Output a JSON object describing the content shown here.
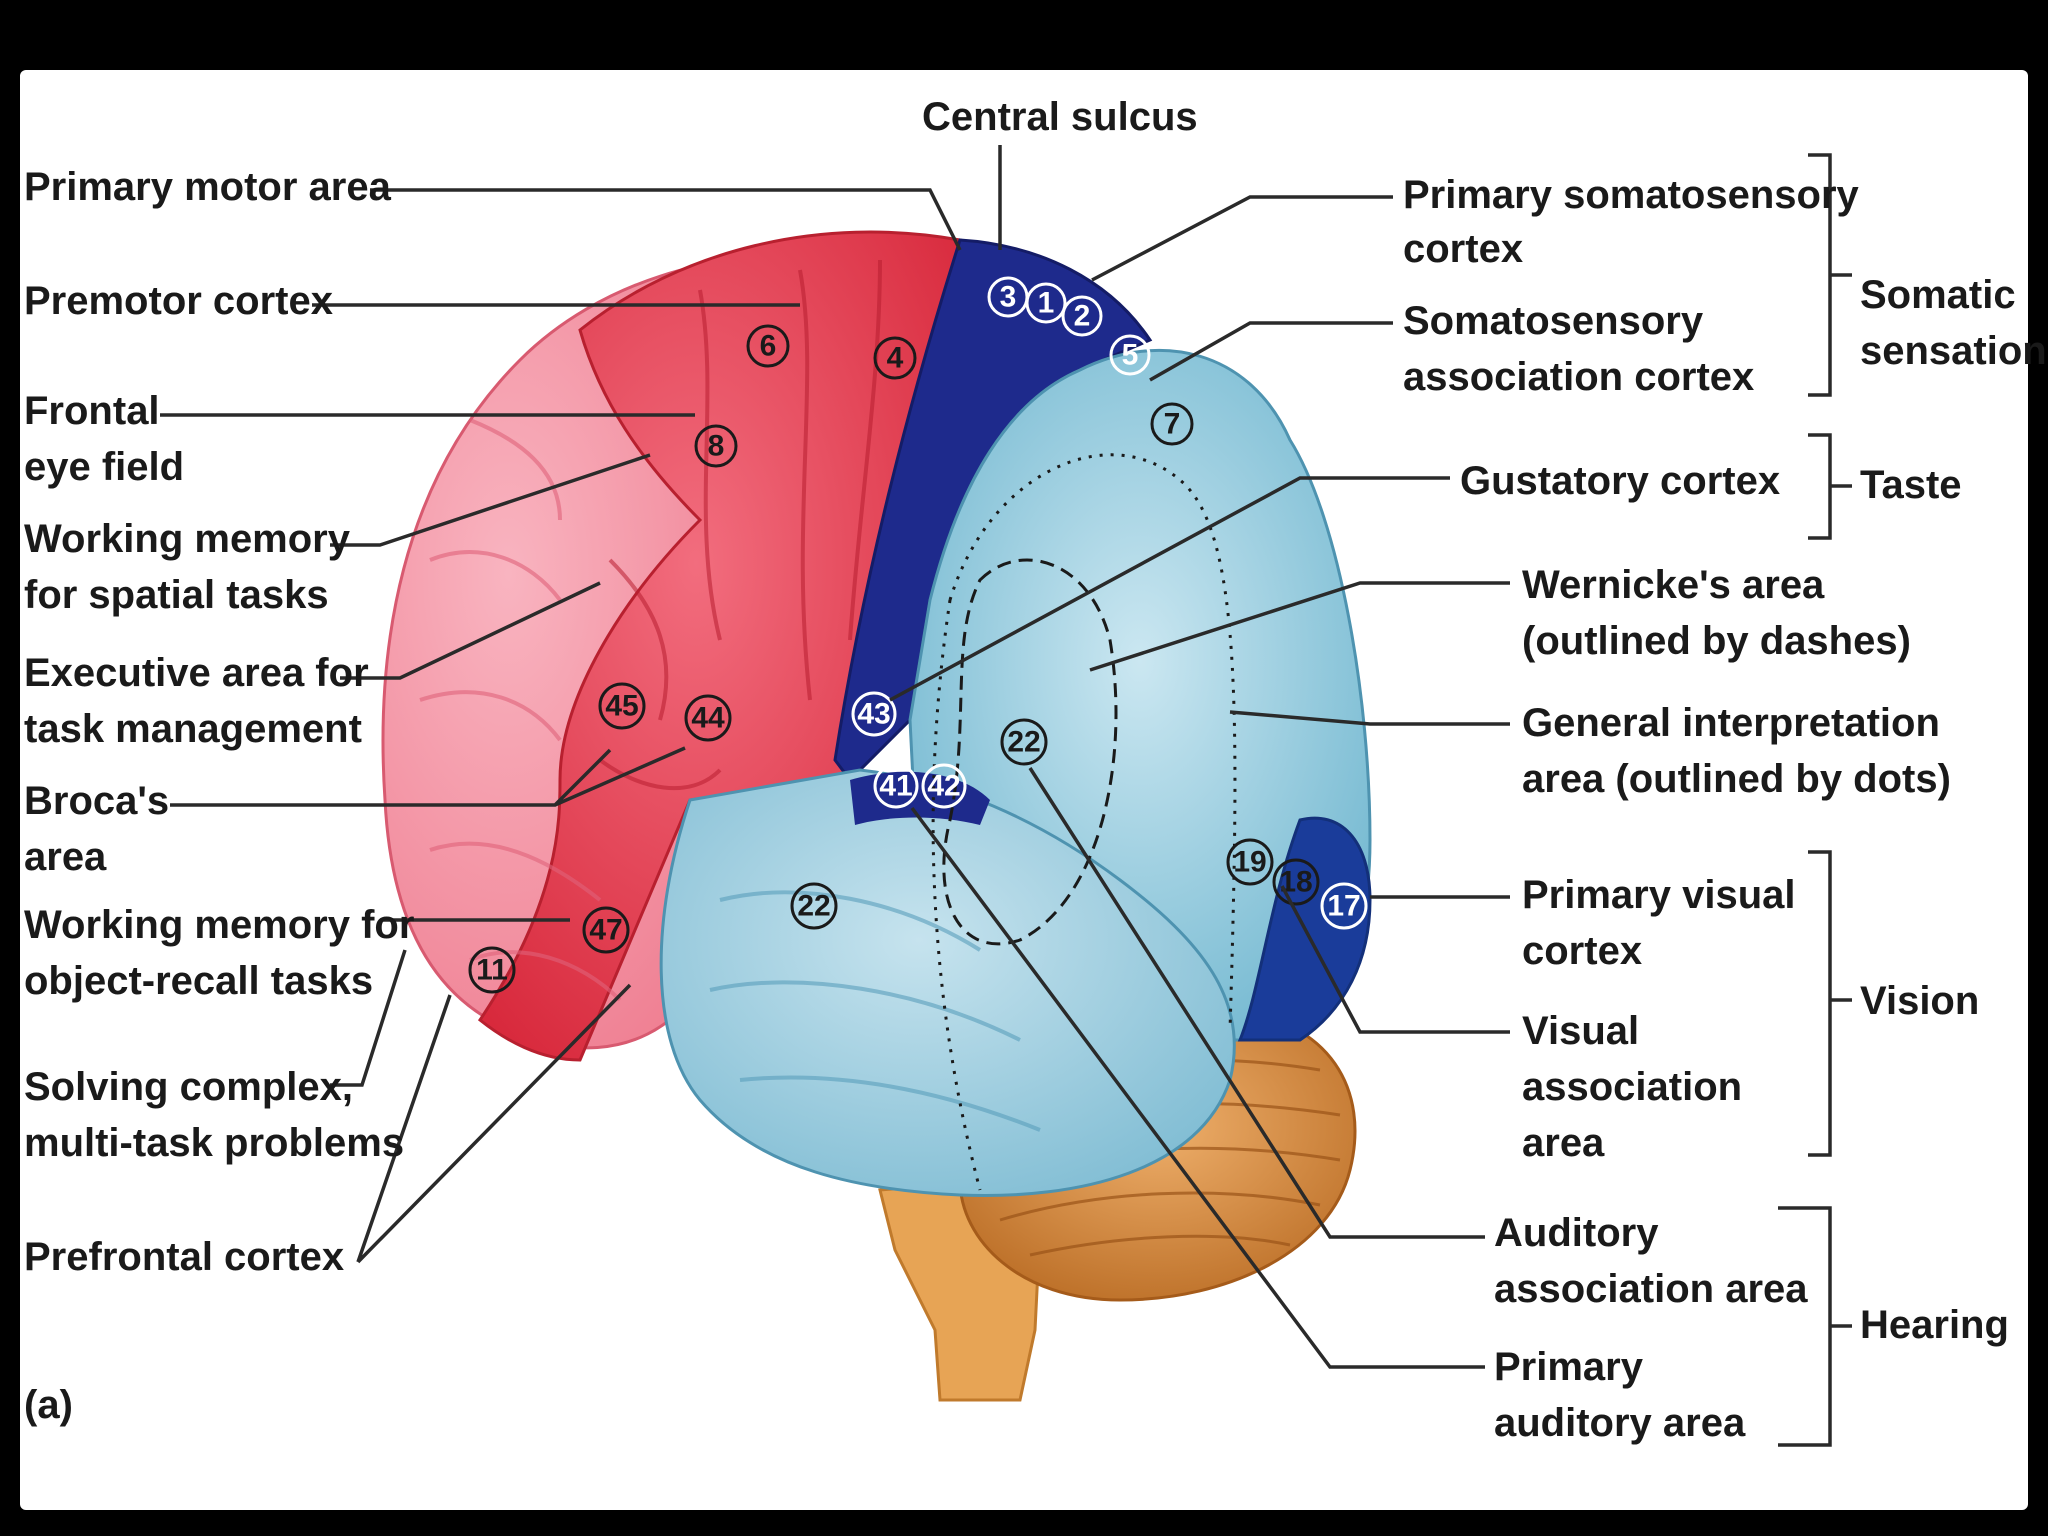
{
  "labels": {
    "central_sulcus": "Central sulcus",
    "primary_motor": "Primary motor area",
    "premotor": "Premotor cortex",
    "frontal_eye_1": "Frontal",
    "frontal_eye_2": "eye field",
    "wm_spatial_1": "Working memory",
    "wm_spatial_2": "for spatial tasks",
    "exec_1": "Executive area for",
    "exec_2": "task management",
    "broca_1": "Broca's",
    "broca_2": "area",
    "wm_object_1": "Working memory for",
    "wm_object_2": "object-recall tasks",
    "solving_1": "Solving complex,",
    "solving_2": "multi-task problems",
    "prefrontal": "Prefrontal cortex",
    "panel": "(a)",
    "prim_somato_1": "Primary somatosensory",
    "prim_somato_2": "cortex",
    "somato_assoc_1": "Somatosensory",
    "somato_assoc_2": "association cortex",
    "gustatory": "Gustatory cortex",
    "wernicke_1": "Wernicke's area",
    "wernicke_2": "(outlined by dashes)",
    "general_1": "General interpretation",
    "general_2": "area (outlined by dots)",
    "prim_visual_1": "Primary visual",
    "prim_visual_2": "cortex",
    "visual_assoc_1": "Visual",
    "visual_assoc_2": "association",
    "visual_assoc_3": "area",
    "aud_assoc_1": "Auditory",
    "aud_assoc_2": "association area",
    "prim_aud_1": "Primary",
    "prim_aud_2": "auditory area"
  },
  "groups": {
    "somatic_1": "Somatic",
    "somatic_2": "sensation",
    "taste": "Taste",
    "vision": "Vision",
    "hearing": "Hearing"
  },
  "areas": {
    "a6": "6",
    "a4": "4",
    "a8": "8",
    "a45": "45",
    "a44": "44",
    "a47": "47",
    "a11": "11",
    "a3": "3",
    "a1": "1",
    "a2": "2",
    "a5": "5",
    "a7": "7",
    "a43": "43",
    "a41": "41",
    "a42": "42",
    "a22a": "22",
    "a22b": "22",
    "a19": "19",
    "a18": "18",
    "a17": "17"
  },
  "colors": {
    "frontal": "#e8394a",
    "frontal_light": "#f48a9c",
    "somatosensory": "#1e2a8c",
    "association": "#8ec8dc",
    "association_light": "#b9dde8",
    "cerebellum": "#d98a3a",
    "brainstem": "#e7a455"
  }
}
